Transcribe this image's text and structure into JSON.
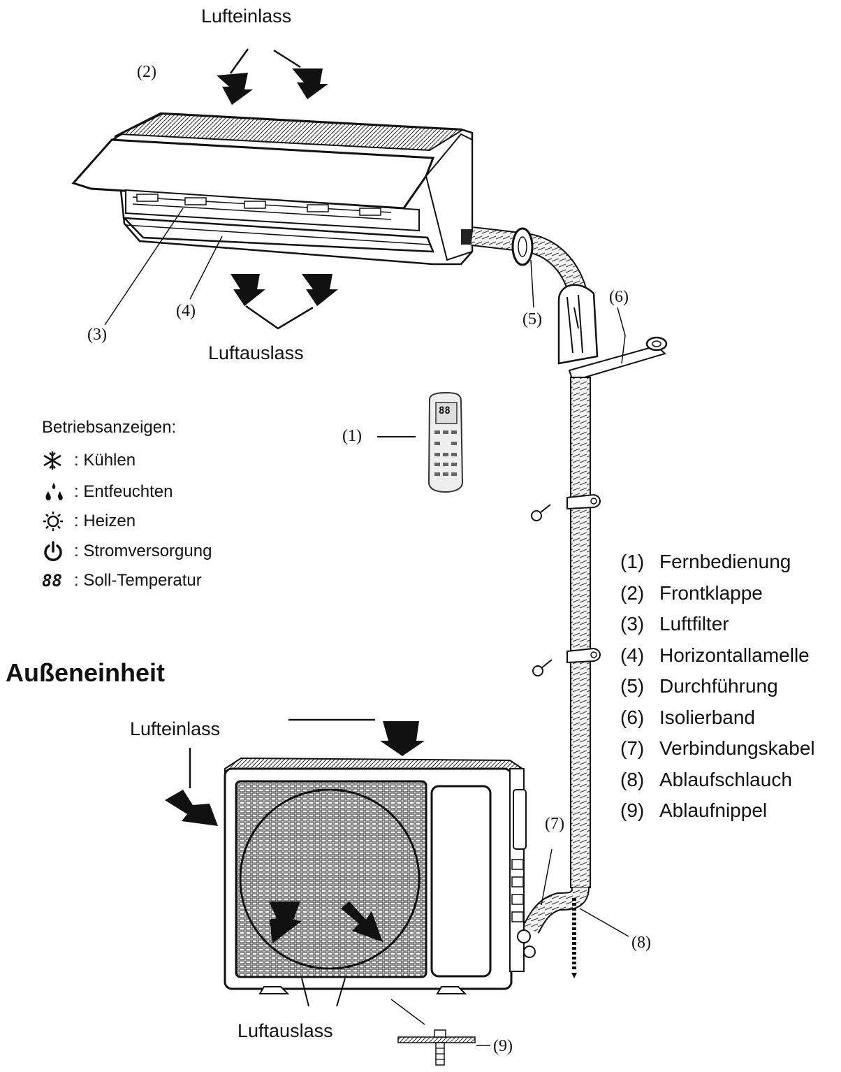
{
  "labels": {
    "indoor_inlet": "Lufteinlass",
    "indoor_outlet": "Luftauslass",
    "outdoor_title": "Außeneinheit",
    "outdoor_inlet": "Lufteinlass",
    "outdoor_outlet": "Luftauslass"
  },
  "callouts": {
    "c1": "(1)",
    "c2": "(2)",
    "c3": "(3)",
    "c4": "(4)",
    "c5": "(5)",
    "c6": "(6)",
    "c7": "(7)",
    "c8": "(8)",
    "c9": "(9)"
  },
  "indicators": {
    "title": "Betriebsanzeigen:",
    "separator": ":",
    "items": [
      {
        "icon": "snowflake-icon",
        "label": "Kühlen"
      },
      {
        "icon": "droplets-icon",
        "label": "Entfeuchten"
      },
      {
        "icon": "sun-icon",
        "label": "Heizen"
      },
      {
        "icon": "power-icon",
        "label": "Stromversorgung"
      },
      {
        "icon": "seven-segment-icon",
        "label": "Soll-Temperatur",
        "glyph": "88"
      }
    ]
  },
  "legend": [
    {
      "no": "(1)",
      "name": "Fernbedienung"
    },
    {
      "no": "(2)",
      "name": "Frontklappe"
    },
    {
      "no": "(3)",
      "name": "Luftfilter"
    },
    {
      "no": "(4)",
      "name": "Horizontallamelle"
    },
    {
      "no": "(5)",
      "name": "Durchführung"
    },
    {
      "no": "(6)",
      "name": "Isolierband"
    },
    {
      "no": "(7)",
      "name": "Verbindungskabel"
    },
    {
      "no": "(8)",
      "name": "Ablaufschlauch"
    },
    {
      "no": "(9)",
      "name": "Ablaufnippel"
    }
  ],
  "remote_display": "88"
}
